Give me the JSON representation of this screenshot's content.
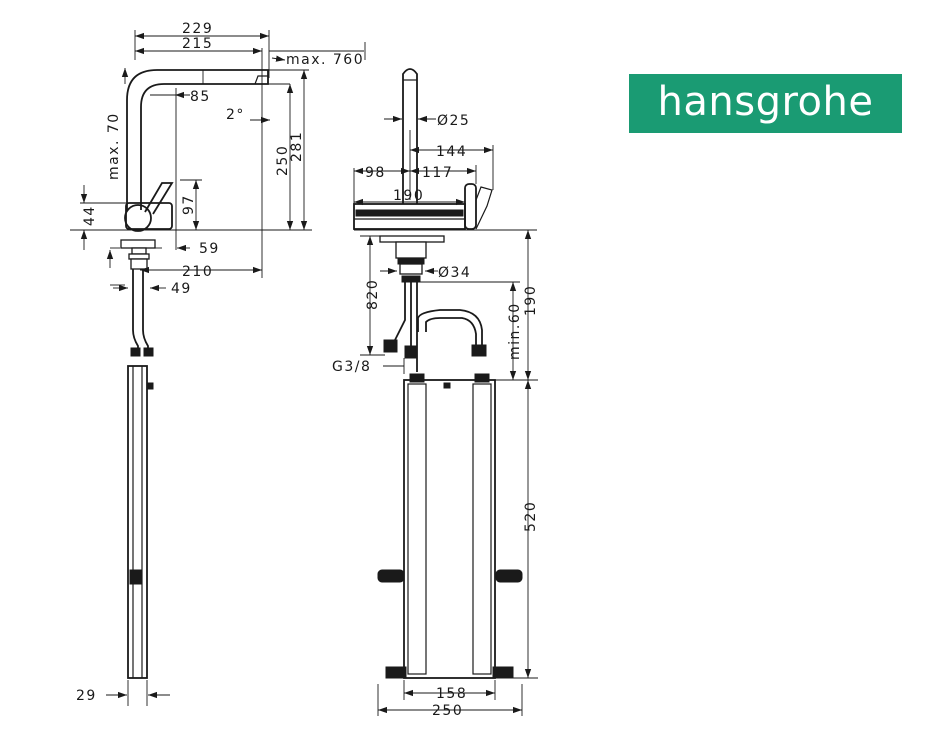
{
  "brand": {
    "name": "hansgrohe",
    "color": "#1a9b73"
  },
  "side_view": {
    "dim_total_length": "229",
    "dim_spout_reach": "215",
    "dim_max_pullout": "max. 760",
    "dim_85": "85",
    "dim_angle": "2°",
    "dim_swivel": "max. 70",
    "dim_250": "250",
    "dim_281": "281",
    "dim_97": "97",
    "dim_44": "44",
    "dim_59": "59",
    "dim_210": "210",
    "dim_49": "49",
    "dim_29": "29"
  },
  "front_view": {
    "dim_diameter_spout": "Ø25",
    "dim_144": "144",
    "dim_98": "98",
    "dim_117": "117",
    "dim_190_width": "190",
    "dim_diameter_shank": "Ø34",
    "dim_820": "820",
    "dim_min60": "min.60",
    "dim_190_height": "190",
    "dim_thread": "G3/8",
    "dim_520": "520",
    "dim_158": "158",
    "dim_250_width": "250"
  }
}
